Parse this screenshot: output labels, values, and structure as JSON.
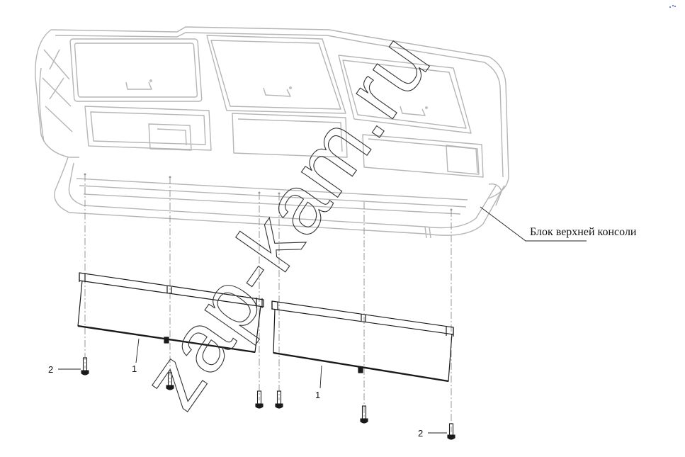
{
  "labels": {
    "console_caption": "Блок верхней консоли",
    "part_1_left": "1",
    "part_1_right": "1",
    "part_2_left": "2",
    "part_2_right": "2"
  },
  "watermark": "zap-kam.ru",
  "colors": {
    "ghost_line": "#b5b5b5",
    "part_line": "#1a1a1a",
    "background": "#ffffff"
  }
}
